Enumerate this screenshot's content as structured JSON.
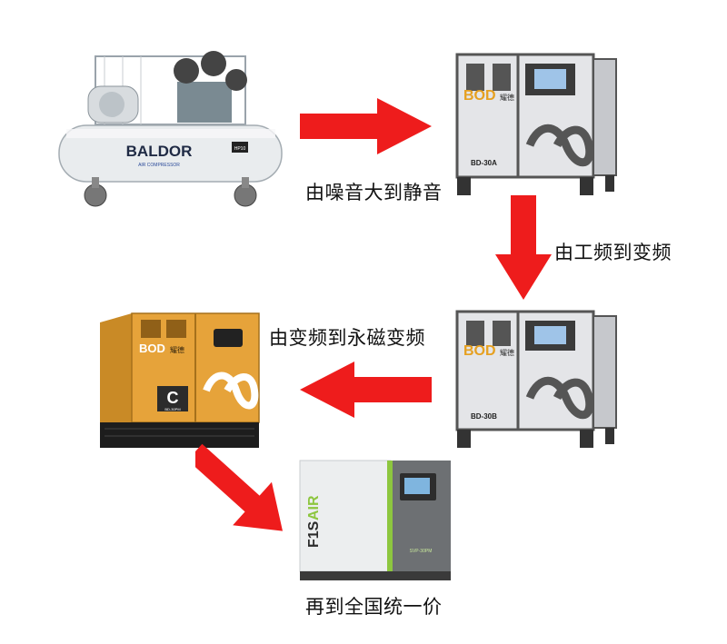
{
  "steps": {
    "step1_caption": "由噪音大到静音",
    "step2_caption": "由工频到变频",
    "step3_caption": "由变频到永磁变频",
    "step4_caption": "再到全国统一价"
  },
  "machines": {
    "piston": {
      "brand": "BALDOR",
      "sub": "AIR COMPRESSOR",
      "tag": "HP10"
    },
    "bd30a": {
      "logo": "BOD",
      "logo_cn": "耀德",
      "model": "BD-30A"
    },
    "bd30b": {
      "logo": "BOD",
      "logo_cn": "耀德",
      "model": "BD-30B"
    },
    "yellow": {
      "logo": "BOD",
      "logo_cn": "耀德",
      "badge": "C",
      "badge_sub": "BD-30PM"
    },
    "green": {
      "brand_line1": "F1S",
      "brand_line2": "AIR",
      "model": "SVP-30PM"
    }
  },
  "colors": {
    "arrow": "#ee1c1c",
    "accent_green": "#8dc63f",
    "cabinet_yellow": "#e6a33a",
    "cabinet_gray": "#dcdde0"
  }
}
